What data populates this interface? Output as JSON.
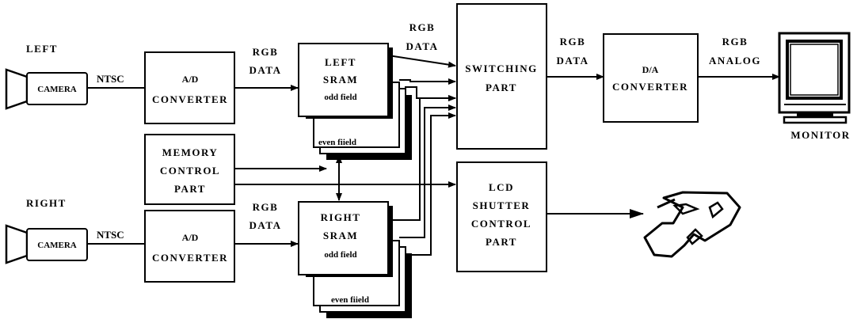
{
  "diagram": {
    "left_camera": {
      "heading": "LEFT",
      "label": "CAMERA"
    },
    "right_camera": {
      "heading": "RIGHT",
      "label": "CAMERA"
    },
    "signals": {
      "left_ntsc": "NTSC",
      "right_ntsc": "NTSC"
    },
    "left_ad": {
      "line1": "A/D",
      "line2": "CONVERTER"
    },
    "right_ad": {
      "line1": "A/D",
      "line2": "CONVERTER"
    },
    "left_rgb": {
      "line1": "RGB",
      "line2": "DATA"
    },
    "right_rgb": {
      "line1": "RGB",
      "line2": "DATA"
    },
    "top_rgb": {
      "line1": "RGB",
      "line2": "DATA"
    },
    "switch_rgb": {
      "line1": "RGB",
      "line2": "DATA"
    },
    "analog": {
      "line1": "RGB",
      "line2": "ANALOG"
    },
    "left_sram": {
      "line1": "LEFT",
      "line2": "SRAM",
      "odd": "odd  field",
      "even": "even fiield"
    },
    "right_sram": {
      "line1": "RIGHT",
      "line2": "SRAM",
      "odd": "odd  field",
      "even": "even fiield"
    },
    "memory_control": {
      "line1": "MEMORY",
      "line2": "CONTROL",
      "line3": "PART"
    },
    "switching": {
      "line1": "SWITCHING",
      "line2": "PART"
    },
    "da": {
      "line1": "D/A",
      "line2": "CONVERTER"
    },
    "lcd": {
      "line1": "LCD",
      "line2": "SHUTTER",
      "line3": "CONTROL",
      "line4": "PART"
    },
    "monitor": {
      "label": "MONITOR"
    }
  }
}
